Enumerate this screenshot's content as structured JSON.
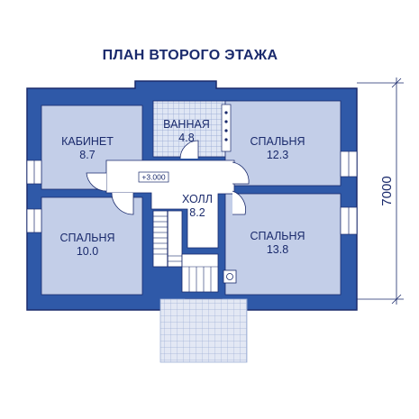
{
  "title": "ПЛАН ВТОРОГО ЭТАЖА",
  "rooms": {
    "study": {
      "name": "КАБИНЕТ",
      "area": "8.7"
    },
    "bathroom": {
      "name": "ВАННАЯ",
      "area": "4.8"
    },
    "bedroom_top_right": {
      "name": "СПАЛЬНЯ",
      "area": "12.3"
    },
    "hall": {
      "name": "ХОЛЛ",
      "area": "8.2"
    },
    "bedroom_bottom_left": {
      "name": "СПАЛЬНЯ",
      "area": "10.0"
    },
    "bedroom_bottom_right": {
      "name": "СПАЛЬНЯ",
      "area": "13.8"
    }
  },
  "level_mark": "+3.000",
  "dimension": "7000",
  "colors": {
    "wall": "#2f59a8",
    "wall_edge": "#1a2a6c",
    "room_fill": "#c3cee8",
    "hall_fill": "#ffffff",
    "tile_fill": "#dfe6f4",
    "tile_line": "#8fa3d0",
    "text": "#1a2a6c"
  }
}
